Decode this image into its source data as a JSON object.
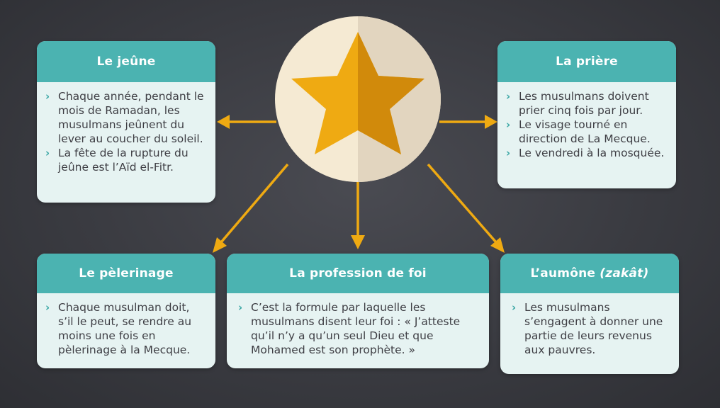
{
  "center": {
    "icon": "star-icon"
  },
  "cards": {
    "jeune": {
      "title": "Le jeûne",
      "items": [
        "Chaque année, pendant le mois de Ramadan, les musulmans jeûnent du lever au coucher du soleil.",
        "La fête de la rupture du jeûne est l’Aïd el-Fitr."
      ]
    },
    "priere": {
      "title": "La prière",
      "items": [
        "Les musulmans doivent prier cinq fois par jour.",
        "Le visage tourné en direction de La Mecque.",
        "Le vendredi à la mosquée."
      ]
    },
    "pelerinage": {
      "title": "Le pèlerinage",
      "items": [
        "Chaque musulman doit, s’il le peut, se rendre au moins une fois en pèlerinage à la Mecque."
      ]
    },
    "profession": {
      "title": "La profession de foi",
      "items": [
        "C’est la formule par laquelle les musulmans disent leur foi : « J’atteste qu’il n’y a qu’un seul Dieu et que Mohamed est son prophète. »"
      ]
    },
    "aumone": {
      "title": "L’aumône",
      "title_italic": "(zakât)",
      "items": [
        "Les musulmans s’engagent à donner une partie de leurs revenus aux pauvres."
      ]
    }
  },
  "colors": {
    "header": "#4bb3b1",
    "card_body": "#e6f3f2",
    "arrow": "#efaa12",
    "star_light": "#efaa12",
    "star_dark": "#d18a0b",
    "circle_light": "#f5ead3",
    "circle_dark": "#e2d5bf"
  }
}
